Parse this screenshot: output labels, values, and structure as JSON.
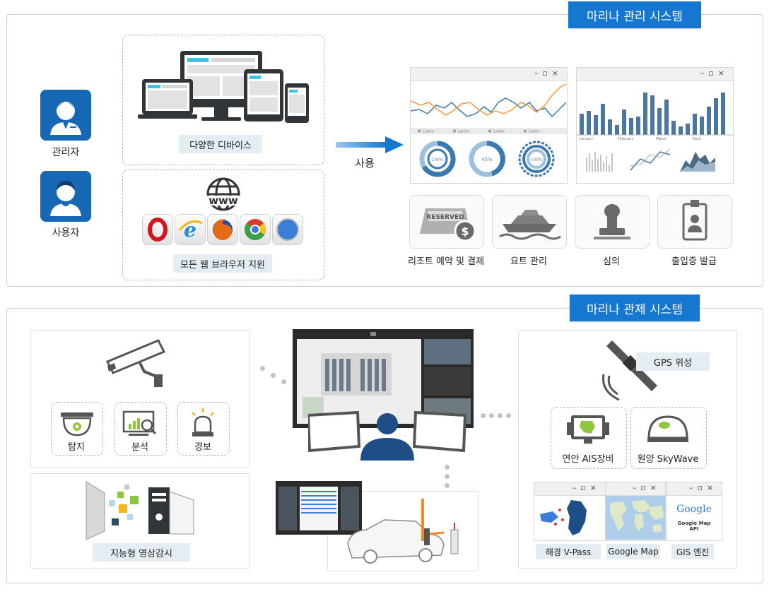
{
  "top": {
    "title": "마리나 관리 시스템",
    "roles": [
      "관리자",
      "사용자"
    ],
    "devices_label": "다양한 디바이스",
    "browsers_label": "모든 웹 브라우저 지원",
    "arrow_label": "사용",
    "services": [
      "리조트 예약 및 결제",
      "요트 관리",
      "심의",
      "출입증 발급"
    ],
    "chart_window": {
      "legend": [
        "Lorem",
        "Lorem",
        "Lorem",
        "Lorem"
      ],
      "donuts": [
        "100%",
        "45%",
        "100%"
      ]
    },
    "bar_window": {
      "months": [
        "January",
        "February",
        "March",
        "April"
      ]
    },
    "reserved_sign": "RESERVED",
    "www": "www"
  },
  "bottom": {
    "title": "마리나 관제 시스템",
    "cctv_items": [
      "탐지",
      "분석",
      "경보"
    ],
    "video_label": "지능형 영상감시",
    "gps_label": "GPS 위성",
    "devices": [
      "연안 AIS장비",
      "원양 SkyWave"
    ],
    "maps": [
      "해경 V-Pass",
      "Google Map",
      "GIS 엔진"
    ],
    "google_logo": "Google",
    "google_api": "Google Map API"
  },
  "colors": {
    "accent": "#1577cf",
    "icon_blue": "#1668b5",
    "line_blue": "#3a7ab0",
    "line_orange": "#f29a3a",
    "bar_blue": "#4a76a0"
  }
}
